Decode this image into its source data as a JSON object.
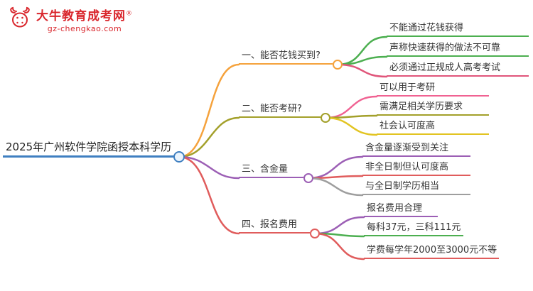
{
  "logo": {
    "title": "大牛教育成考网",
    "registered_mark": "®",
    "url": "gz-chengkao.com",
    "color": "#d9262c"
  },
  "root": {
    "label": "2025年广州软件学院函授本科学历",
    "color": "#3f7fc1"
  },
  "branches": [
    {
      "label": "一、能否花钱买到?",
      "color": "#f5a23c",
      "children": [
        {
          "label": "不能通过花钱获得",
          "color": "#4caf50"
        },
        {
          "label": "声称快速获得的做法不可靠",
          "color": "#4caf50"
        },
        {
          "label": "必须通过正规成人高考考试",
          "color": "#e0557a"
        }
      ]
    },
    {
      "label": "二、能否考研?",
      "color": "#a3a02a",
      "children": [
        {
          "label": "可以用于考研",
          "color": "#f06292"
        },
        {
          "label": "需满足相关学历要求",
          "color": "#a3a02a"
        },
        {
          "label": "社会认可度高",
          "color": "#e2c422"
        }
      ]
    },
    {
      "label": "三、含金量",
      "color": "#9c5fb5",
      "children": [
        {
          "label": "含金量逐渐受到关注",
          "color": "#9c5fb5"
        },
        {
          "label": "非全日制但认可度高",
          "color": "#e05c5c"
        },
        {
          "label": "与全日制学历相当",
          "color": "#9e9e9e"
        }
      ]
    },
    {
      "label": "四、报名费用",
      "color": "#e05c5c",
      "children": [
        {
          "label": "报名费用合理",
          "color": "#9c5fb5"
        },
        {
          "label": "每科37元，三科111元",
          "color": "#4caf50"
        },
        {
          "label": "学费每学年2000至3000元不等",
          "color": "#e05c5c"
        }
      ]
    }
  ]
}
